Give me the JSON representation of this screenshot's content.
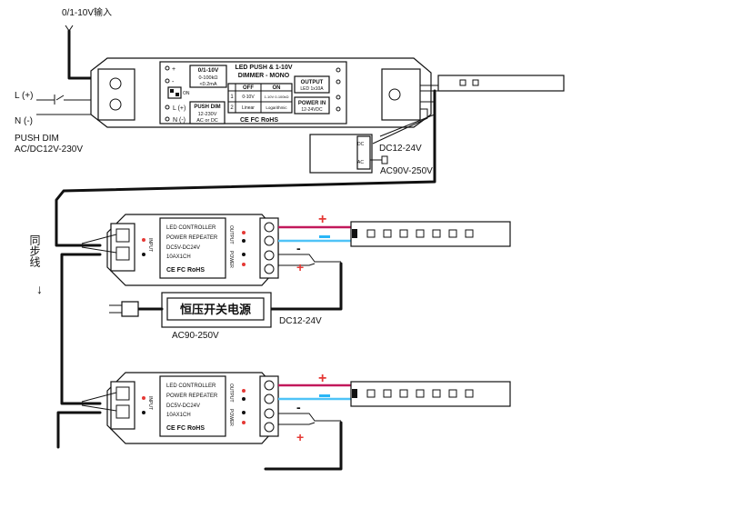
{
  "top": {
    "signal_input": "0/1-10V输入",
    "l_plus": "L (+)",
    "n_minus": "N (-)",
    "push_dim": "PUSH DIM",
    "push_dim_voltage": "AC/DC12V-230V",
    "dimmer": {
      "title_line1": "LED PUSH & 1-10V",
      "title_line2": "DIMMER - MONO",
      "input_box_title": "0/1-10V",
      "input_box_line2": "0-100kΩ",
      "input_box_line3": "<0.2mA",
      "push_dim_box_title": "PUSH DIM",
      "push_dim_box_line2": "12-230V",
      "push_dim_box_line3": "AC or DC",
      "table_off": "OFF",
      "table_on": "ON",
      "row1_num": "1",
      "row1_off": "0-10V",
      "row1_on": "1-10V 0-100kΩ",
      "row2_num": "2",
      "row2_off": "Linear",
      "row2_on": "Logarithmic",
      "output_title": "OUTPUT",
      "output_spec": "LED 1x10A",
      "power_in_title": "POWER IN",
      "power_in_spec": "12-24VDC",
      "certs": "CE  FC  RoHS",
      "pin_l": "L (+)",
      "pin_n": "N (-)",
      "switch_on": "ON"
    },
    "psu_dc": "DC12-24V",
    "psu_ac": "AC90V-250V",
    "psu_label_dc": "DC",
    "psu_label_ac": "AC"
  },
  "middle": {
    "sync_line_label": "同步线",
    "sync_arrow": "↓",
    "repeater": {
      "line1": "LED CONTROLLER",
      "line2": "POWER REPEATER",
      "line3": "DC5V-DC24V",
      "line4": "10AX1CH",
      "certs": "CE FC RoHS",
      "input_tag": "INPUT",
      "output_tag": "OUTPUT",
      "power_tag": "POWER"
    },
    "psu_name": "恒压开关电源",
    "ac_label": "AC90-250V",
    "dc_label": "DC12-24V",
    "plus_sign": "+",
    "minus_sign": "-"
  },
  "bottom": {
    "repeater": {
      "line1": "LED CONTROLLER",
      "line2": "POWER REPEATER",
      "line3": "DC5V-DC24V",
      "line4": "10AX1CH",
      "certs": "CE FC RoHS",
      "input_tag": "INPUT",
      "output_tag": "OUTPUT",
      "power_tag": "POWER"
    },
    "plus_sign": "+",
    "minus_sign": "-"
  },
  "colors": {
    "positive_wire": "#c2185b",
    "negative_wire": "#4fc3f7",
    "red_mark": "#e53935",
    "blue_mark": "#29b6f6"
  }
}
